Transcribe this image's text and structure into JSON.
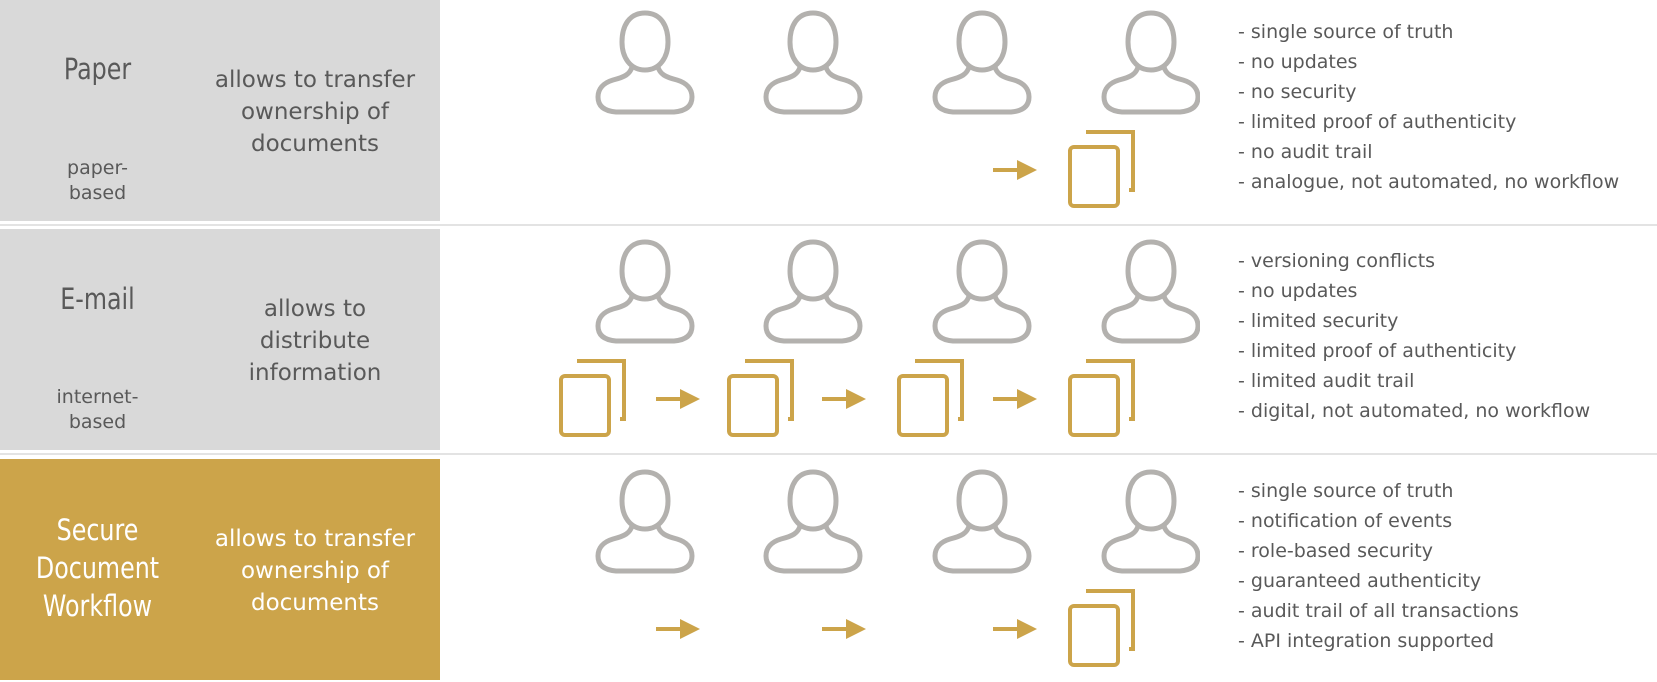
{
  "rows": [
    {
      "title": [
        "Paper"
      ],
      "description": [
        "allows to transfer",
        "ownership of",
        "documents"
      ],
      "subtitle": [
        "paper-",
        "based"
      ],
      "bullets": [
        "- single source of truth",
        "- no updates",
        "- no security",
        "- limited proof of authenticity",
        "- no audit trail",
        "- analogue, not automated, no workflow"
      ]
    },
    {
      "title": [
        "E-mail"
      ],
      "description": [
        "allows to",
        "distribute",
        "information"
      ],
      "subtitle": [
        "internet-",
        "based"
      ],
      "bullets": [
        "- versioning conflicts",
        "- no updates",
        "- limited security",
        "- limited proof of authenticity",
        "- limited audit trail",
        "- digital, not automated, no workflow"
      ]
    },
    {
      "title": [
        "Secure",
        "Document",
        "Workflow"
      ],
      "description": [
        "allows to transfer",
        "ownership of",
        "documents"
      ],
      "subtitle": [],
      "bullets": [
        "- single source of truth",
        "- notification of events",
        "- role-based security",
        "- guaranteed authenticity",
        "- audit trail of all transactions",
        "- API integration supported"
      ]
    }
  ],
  "icons": {
    "person": "person-outline-icon",
    "document": "document-stack-icon",
    "arrow": "right-arrow-icon"
  },
  "colors": {
    "panel_gray": "#d9d9d9",
    "panel_gold": "#cca44a",
    "text_gray": "#595959",
    "icon_gray": "#b3b1ae",
    "icon_gold": "#cca44a"
  }
}
